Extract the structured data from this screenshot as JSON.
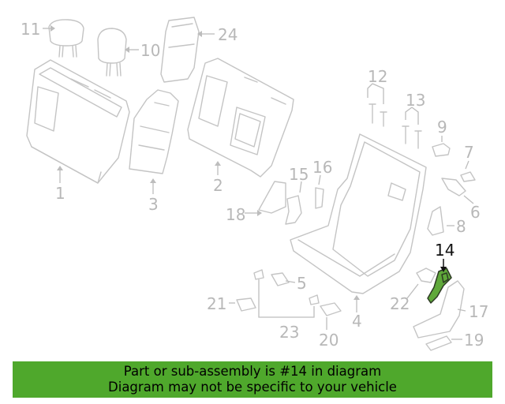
{
  "callouts": {
    "c1": "1",
    "c2": "2",
    "c3": "3",
    "c4": "4",
    "c5": "5",
    "c6": "6",
    "c7": "7",
    "c8": "8",
    "c9": "9",
    "c10": "10",
    "c11": "11",
    "c12": "12",
    "c13": "13",
    "c14": "14",
    "c15": "15",
    "c16": "16",
    "c17": "17",
    "c18": "18",
    "c19": "19",
    "c20": "20",
    "c21": "21",
    "c22": "22",
    "c23": "23",
    "c24": "24"
  },
  "highlighted_part": "14",
  "colors": {
    "highlight_fill": "#5fa83a",
    "banner_bg": "#4fa82c",
    "callout_gray": "#b8b8b8"
  },
  "banner": {
    "line1": "Part or sub-assembly is #14 in diagram",
    "line2": "Diagram may not be specific to your vehicle"
  }
}
